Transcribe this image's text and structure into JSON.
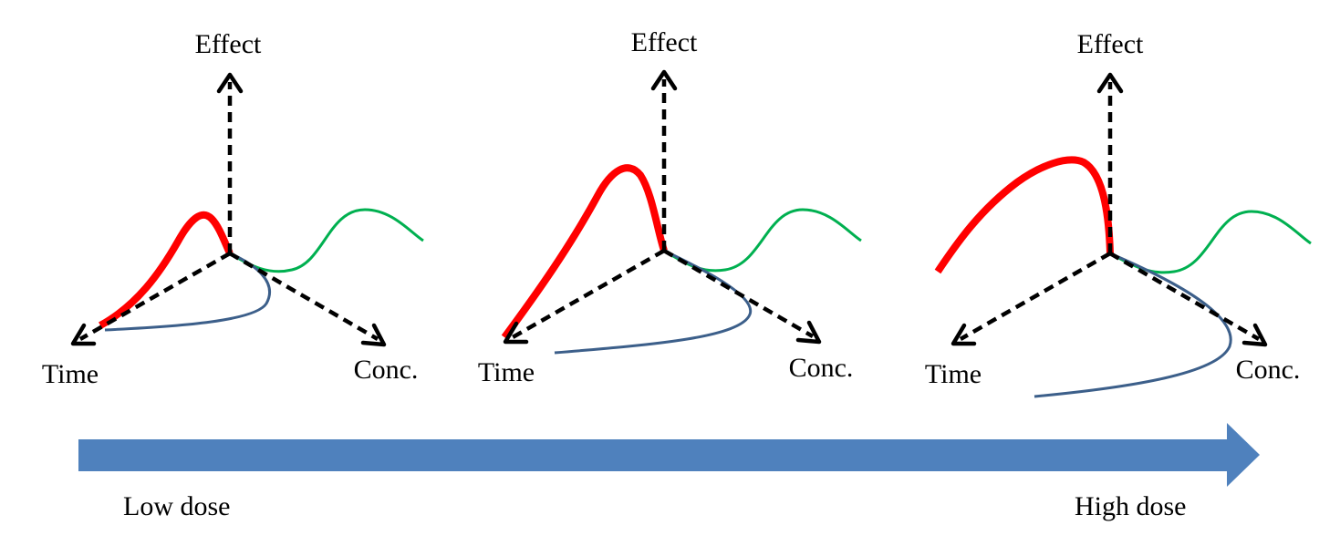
{
  "colors": {
    "effect_curve": "#ff0000",
    "concentration_curve": "#00b050",
    "time_curve": "#3c5f8a",
    "axes": "#000000",
    "dose_arrow": "#4f81bd"
  },
  "panels": [
    {
      "id": "low",
      "labels": {
        "effect": "Effect",
        "time": "Time",
        "conc": "Conc."
      }
    },
    {
      "id": "mid",
      "labels": {
        "effect": "Effect",
        "time": "Time",
        "conc": "Conc."
      }
    },
    {
      "id": "high",
      "labels": {
        "effect": "Effect",
        "time": "Time",
        "conc": "Conc."
      }
    }
  ],
  "dose_scale": {
    "low_label": "Low dose",
    "high_label": "High dose"
  }
}
